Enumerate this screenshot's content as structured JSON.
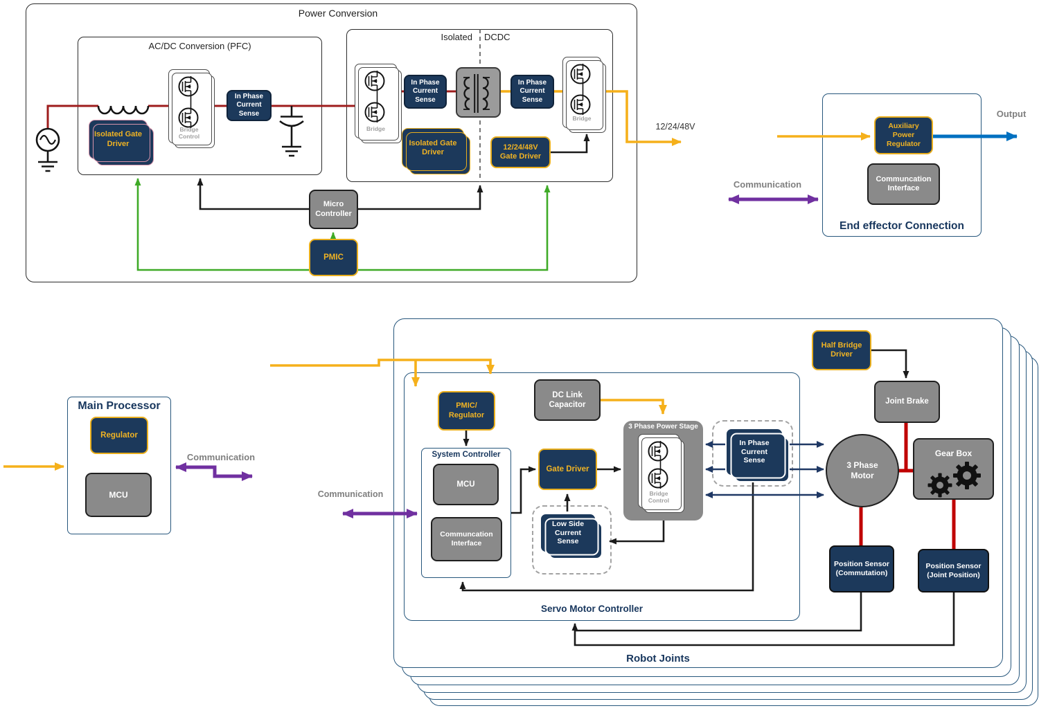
{
  "colors": {
    "navy_box": "#1c395b",
    "gold": "#f0b323",
    "gray_box": "#8a8a8a",
    "outline_navy": "#26567c",
    "wire_red_dark": "#9e1c1c",
    "wire_red_bright": "#c00000",
    "wire_yellow": "#f5b01b",
    "wire_green": "#3faa27",
    "wire_black": "#1a1a1a",
    "wire_purple": "#7030a0",
    "wire_blue": "#0070c0",
    "wire_navy": "#1f3864"
  },
  "icons": {
    "ac_source": "ac-source-icon",
    "ground": "ground-icon",
    "inductor": "inductor-icon",
    "capacitor": "capacitor-icon",
    "mosfet": "mosfet-icon",
    "transformer": "transformer-icon",
    "gears": "gear-icon"
  },
  "power_conversion": {
    "title": "Power Conversion",
    "acdc": {
      "title": "AC/DC Conversion (PFC)",
      "isolated_gate_driver": "Isolated Gate Driver",
      "bridge_control": "Bridge Control",
      "in_phase_current_sense": "In Phase Current Sense"
    },
    "dcdc": {
      "title_left": "Isolated",
      "title_right": "DCDC",
      "bridge_primary": "Bridge",
      "bridge_secondary": "Bridge",
      "in_phase_current_sense_primary": "In Phase Current Sense",
      "in_phase_current_sense_secondary": "In Phase Current Sense",
      "isolated_gate_driver": "Isolated Gate Driver",
      "hv_gate_driver": "12/24/48V Gate Driver"
    },
    "micro_controller": "Micro Controller",
    "pmic": "PMIC",
    "bus_voltage_label": "12/24/48V"
  },
  "end_effector": {
    "title": "End effector Connection",
    "aux_power_regulator": "Auxiliary Power Regulator",
    "communication_interface": "Communcation Interface",
    "communication_label": "Communication",
    "output_label": "Output"
  },
  "main_processor": {
    "title": "Main Processor",
    "regulator": "Regulator",
    "mcu": "MCU",
    "communication_label": "Communication"
  },
  "robot_joints": {
    "title": "Robot Joints",
    "servo": {
      "title": "Servo Motor Controller",
      "pmic_regulator": "PMIC/ Regulator",
      "dc_link_capacitor": "DC Link Capacitor",
      "system_controller_title": "System Controller",
      "mcu": "MCU",
      "communication_interface": "Communcation Interface",
      "gate_driver": "Gate Driver",
      "power_stage_title": "3 Phase Power Stage",
      "bridge_control": "Bridge Control",
      "low_side_current_sense": "Low Side Current Sense",
      "in_phase_current_sense": "In Phase Current Sense",
      "communication_label": "Communication"
    },
    "half_bridge_driver": "Half Bridge Driver",
    "joint_brake": "Joint Brake",
    "motor": "3 Phase Motor",
    "gear_box": "Gear Box",
    "position_sensor_commutation": "Position Sensor (Commutation)",
    "position_sensor_joint": "Position Sensor (Joint Position)"
  }
}
